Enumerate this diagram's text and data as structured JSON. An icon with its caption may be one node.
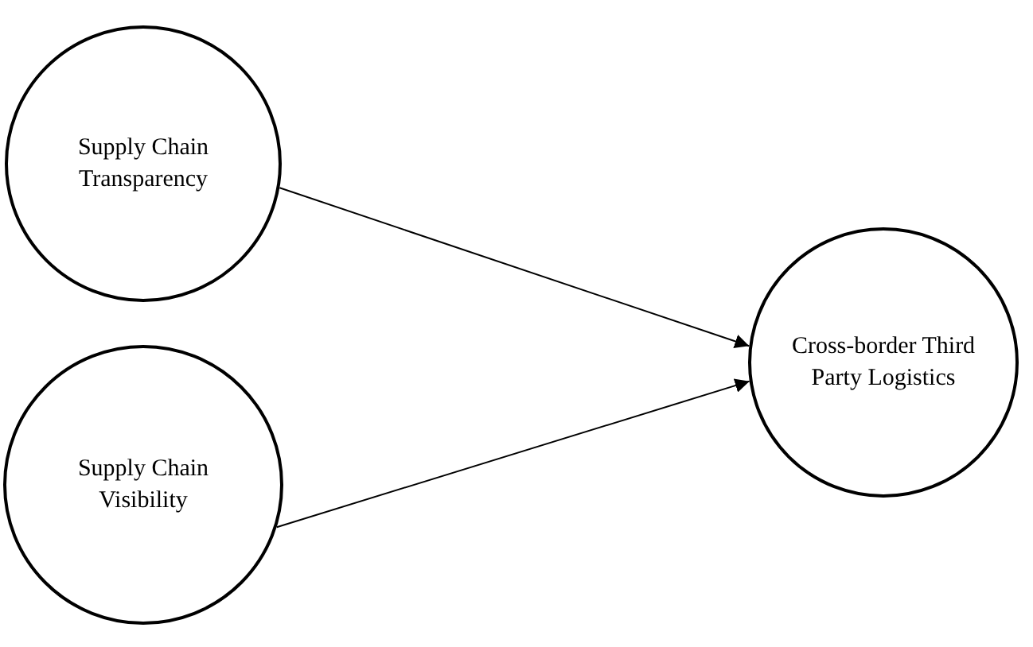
{
  "diagram": {
    "nodes": [
      {
        "text": [
          "Supply Chain Transparency"
        ]
      },
      {
        "text": [
          "Supply Chain Visibility"
        ]
      },
      {
        "text": [
          "Cross-border Third Party Logistics"
        ]
      }
    ],
    "edges": [
      {
        "from": 0,
        "to": 2,
        "arrow": "to"
      },
      {
        "from": 1,
        "to": 2,
        "arrow": "to"
      }
    ]
  }
}
